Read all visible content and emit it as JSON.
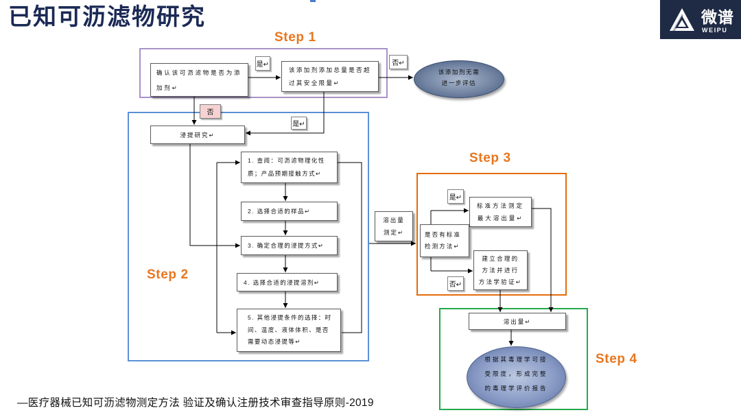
{
  "slide": {
    "title": "已知可沥滤物研究",
    "footer": "—医疗器械已知可沥滤物测定方法 验证及确认注册技术审查指导原则-2019"
  },
  "logo": {
    "icon": "weipu-logo-icon",
    "name_cn": "微谱",
    "name_en": "WEIPU"
  },
  "colors": {
    "title": "#1b2a55",
    "step-label": "#e8761e",
    "step1-border": "#a892c6",
    "step2-border": "#5b8fd6",
    "step3-border": "#e46c0a",
    "step4-border": "#23a94b",
    "logo-bg": "#1f2a45",
    "connector": "#000000"
  },
  "step1": {
    "label": "Step 1",
    "additive_question": [
      "确认该可沥滤物是否为添",
      "加剂↵"
    ],
    "additive_yes": "是↵",
    "limit_question": [
      "该添加剂添加总量是否超",
      "过其安全限量↵"
    ],
    "limit_no": "否↵",
    "no_further_evaluation": [
      "该添加剂无需",
      "进一步评估"
    ]
  },
  "step2": {
    "label": "Step 2",
    "additive_no": "否",
    "limit_yes": "是↵",
    "extraction_study": "浸提研究↵",
    "tasks": [
      [
        "1. 查阅：可沥滤物理化性",
        "质；产品预期接触方式↵"
      ],
      [
        "2. 选择合适的样品↵"
      ],
      [
        "3. 确定合理的浸提方式↵"
      ],
      [
        "4. 选择合适的浸提溶剂↵"
      ],
      [
        "5. 其他浸提条件的选择：时",
        "间、温度、液体体积、是否",
        "需要动态浸提等↵"
      ]
    ],
    "to_next": [
      "溶出量",
      "测定↵"
    ]
  },
  "step3": {
    "label": "Step 3",
    "standard_yes": "是↵",
    "standard_method": [
      "标准方法测定",
      "最大溶出量↵"
    ],
    "standard_question": [
      "是否有标准",
      "检测方法↵"
    ],
    "build_method": [
      "建立合理的",
      "方法并进行",
      "方法学验证↵"
    ],
    "standard_no": "否↵"
  },
  "step4": {
    "label": "Step 4",
    "release_amount": "溶出量↵",
    "report": [
      "根据其毒理学可接",
      "受限度，形成完整",
      "的毒理学评价报告"
    ]
  }
}
